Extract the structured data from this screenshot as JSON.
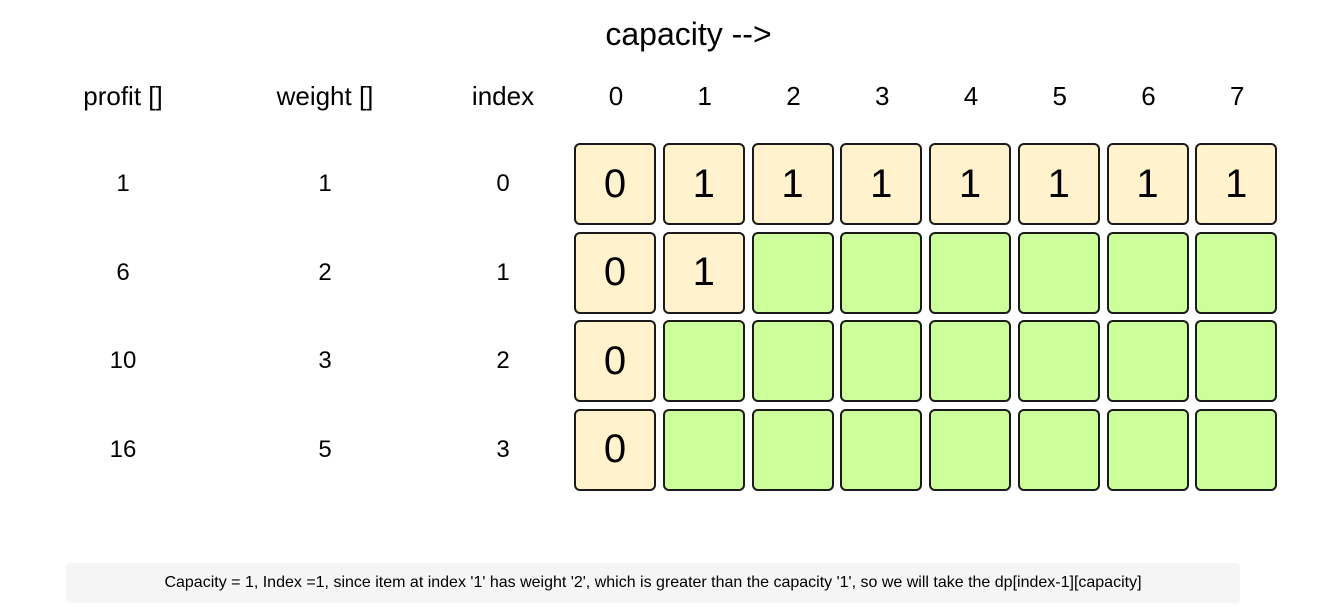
{
  "title": "capacity -->",
  "headers": {
    "profit": "profit []",
    "weight": "weight []",
    "index": "index",
    "capacities": [
      "0",
      "1",
      "2",
      "3",
      "4",
      "5",
      "6",
      "7"
    ]
  },
  "rows": [
    {
      "profit": "1",
      "weight": "1",
      "index": "0"
    },
    {
      "profit": "6",
      "weight": "2",
      "index": "1"
    },
    {
      "profit": "10",
      "weight": "3",
      "index": "2"
    },
    {
      "profit": "16",
      "weight": "5",
      "index": "3"
    }
  ],
  "dp": [
    [
      "0",
      "1",
      "1",
      "1",
      "1",
      "1",
      "1",
      "1"
    ],
    [
      "0",
      "1",
      "",
      "",
      "",
      "",
      "",
      ""
    ],
    [
      "0",
      "",
      "",
      "",
      "",
      "",
      "",
      ""
    ],
    [
      "0",
      "",
      "",
      "",
      "",
      "",
      "",
      ""
    ]
  ],
  "colors": {
    "filled": "#fff2cc",
    "empty": "#ccff99"
  },
  "note": "Capacity = 1, Index =1, since item at index '1' has weight '2', which is greater than the capacity '1', so we will take the dp[index-1][capacity]"
}
